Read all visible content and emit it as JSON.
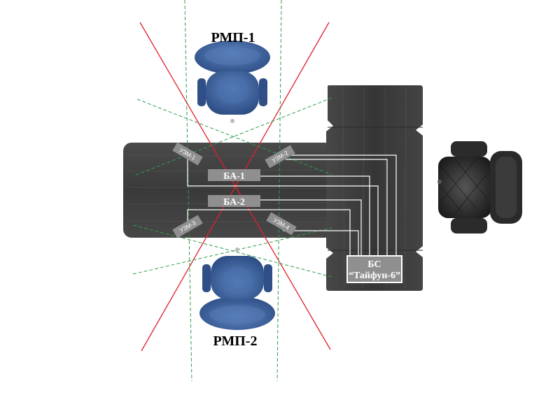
{
  "labels": {
    "top_station": "РМП-1",
    "bottom_station": "РМП-2",
    "block_1": "БА-1",
    "block_2": "БА-2",
    "base_line1": "БС",
    "base_line2": "“Тайфун-6”"
  },
  "sensors": {
    "s1": "УЗМ-1",
    "s2": "УЗМ-2",
    "s3": "УЗМ-3",
    "s4": "УЗМ-4"
  },
  "colors": {
    "table_wood": "#3f3f3f",
    "table_wood_light": "#555555",
    "chair_blue": "#3d63a0",
    "chair_blue_light": "#6a8cc4",
    "leather_chair": "#2a2a2a",
    "red_line": "#e0202a",
    "green_dash": "#2e9e4e",
    "cable": "#ffffff",
    "label_box": "#8f8f8f"
  },
  "icons": {
    "chair": "office-chair-icon",
    "leather_chair": "leather-armchair-icon"
  }
}
